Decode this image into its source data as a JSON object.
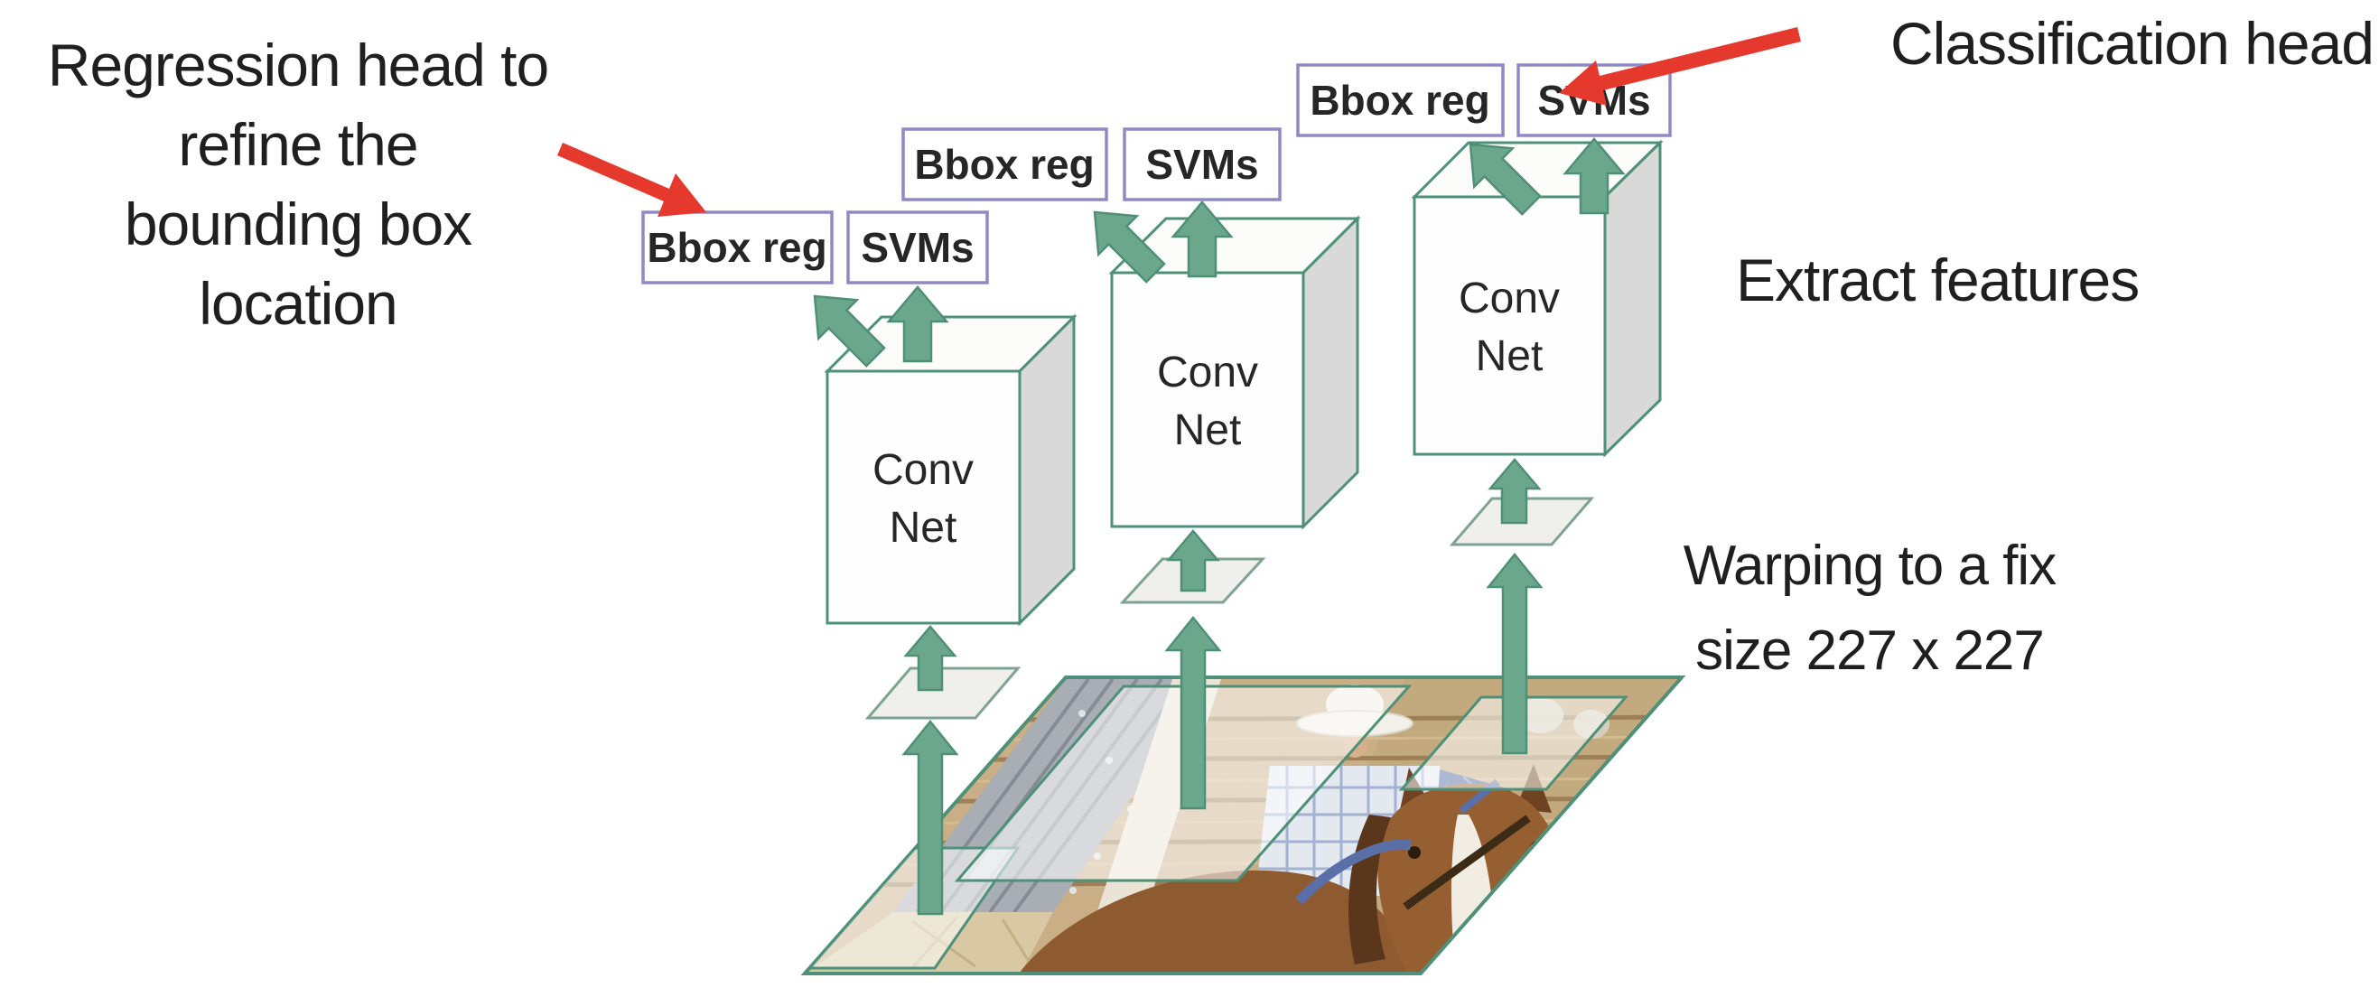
{
  "labels": {
    "bbox_reg": "Bbox reg",
    "svms": "SVMs",
    "conv": "Conv",
    "net": "Net"
  },
  "annotations": {
    "regression_head": [
      "Regression head to",
      "refine the",
      "bounding box",
      "location"
    ],
    "classification_head": "Classification head",
    "extract_features": "Extract features",
    "warping": [
      "Warping to a fix",
      "size 227 x 227"
    ]
  },
  "colors": {
    "arrow_green": "#6BA78D",
    "arrow_green_border": "#4F8F76",
    "conv_border": "#4E9078",
    "conv_side": "#D9D9D9",
    "plane_fill": "#EFEFEC",
    "plane_border": "#7FA391",
    "label_border": "#8F8AC6",
    "overlay_border": "#4E9078",
    "red_arrow": "#E6392E",
    "text": "#1F1F1F"
  }
}
